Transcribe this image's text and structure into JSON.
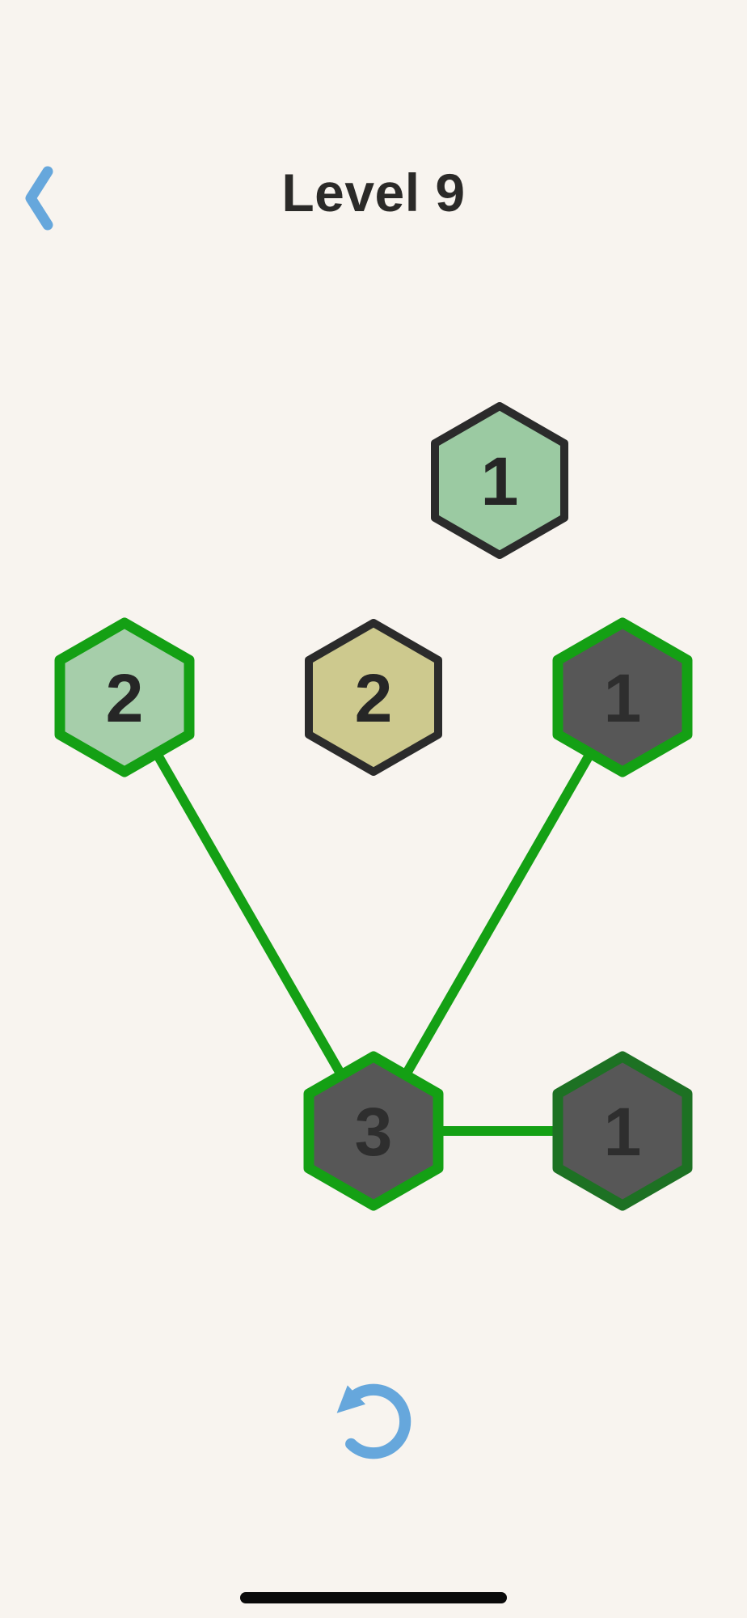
{
  "header": {
    "title": "Level 9",
    "back_icon": "chevron-left"
  },
  "colors": {
    "background": "#F8F4EF",
    "accent_blue": "#66A7DC",
    "title_text": "#2B2A28",
    "home_indicator": "#0A0A0A"
  },
  "board": {
    "edge_color": "#14A014",
    "nodes": [
      {
        "id": "hex-top",
        "label": "1",
        "fill": "#9BCAA2",
        "border": "#2B2B2B",
        "label_color": "#262626"
      },
      {
        "id": "hex-left",
        "label": "2",
        "fill": "#A6CEAA",
        "border": "#14A014",
        "label_color": "#262626"
      },
      {
        "id": "hex-middle",
        "label": "2",
        "fill": "#CDC98E",
        "border": "#2B2B2B",
        "label_color": "#262626"
      },
      {
        "id": "hex-right",
        "label": "1",
        "fill": "#575757",
        "border": "#14A014",
        "label_color": "#2E2E2E"
      },
      {
        "id": "hex-bottom-center",
        "label": "3",
        "fill": "#575757",
        "border": "#14A014",
        "label_color": "#2E2E2E"
      },
      {
        "id": "hex-bottom-right",
        "label": "1",
        "fill": "#575757",
        "border": "#1D7123",
        "label_color": "#2E2E2E"
      }
    ],
    "edges": [
      {
        "from": "hex-left",
        "to": "hex-bottom-center"
      },
      {
        "from": "hex-right",
        "to": "hex-bottom-center"
      },
      {
        "from": "hex-bottom-center",
        "to": "hex-bottom-right"
      }
    ],
    "undo_icon": "undo-arrow"
  }
}
